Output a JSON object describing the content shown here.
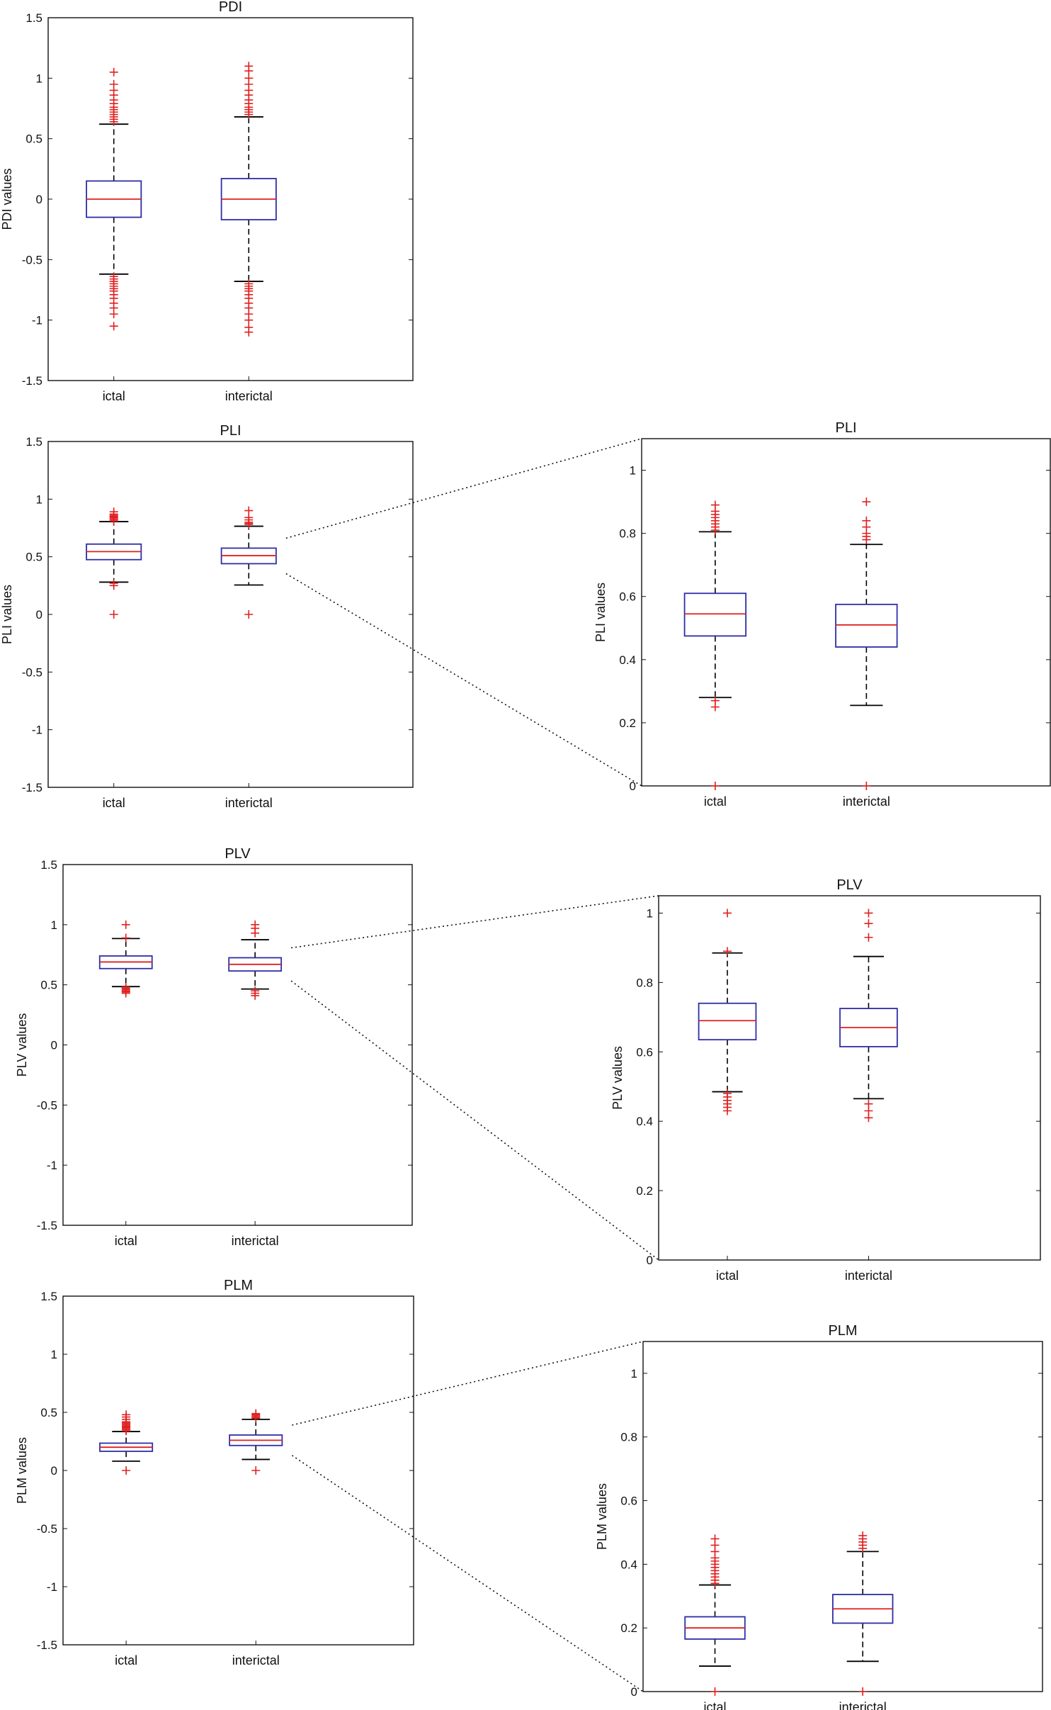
{
  "figure": {
    "styles": {
      "box_color": "#2e2ea8",
      "median_color": "#e02020",
      "outlier_color": "#e02020",
      "whisker_color": "#000000"
    },
    "chart_data": [
      {
        "id": "pdi",
        "type": "box",
        "title": "PDI",
        "ylabel": "PDI values",
        "xlabel": "",
        "categories": [
          "ictal",
          "interictal"
        ],
        "ylim": [
          -1.5,
          1.5
        ],
        "yticks": [
          -1.5,
          -1,
          -0.5,
          0,
          0.5,
          1,
          1.5
        ],
        "ytick_labels": [
          "-1.5",
          "-1",
          "-0.5",
          "0",
          "0.5",
          "1",
          "1.5"
        ],
        "boxes": [
          {
            "category": "ictal",
            "whisker_low": -0.62,
            "q1": -0.15,
            "median": 0.0,
            "q3": 0.15,
            "whisker_high": 0.62,
            "outliers": [
              -1.05,
              -0.95,
              -0.9,
              -0.86,
              -0.82,
              -0.79,
              -0.76,
              -0.74,
              -0.72,
              -0.7,
              -0.68,
              -0.66,
              -0.64,
              0.64,
              0.66,
              0.68,
              0.7,
              0.72,
              0.74,
              0.76,
              0.79,
              0.82,
              0.86,
              0.9,
              0.95,
              1.05
            ]
          },
          {
            "category": "interictal",
            "whisker_low": -0.68,
            "q1": -0.17,
            "median": 0.0,
            "q3": 0.17,
            "whisker_high": 0.68,
            "outliers": [
              -1.1,
              -1.06,
              -1.0,
              -0.95,
              -0.9,
              -0.86,
              -0.82,
              -0.79,
              -0.76,
              -0.74,
              -0.72,
              -0.7,
              0.7,
              0.72,
              0.74,
              0.76,
              0.79,
              0.82,
              0.86,
              0.9,
              0.95,
              1.0,
              1.06,
              1.1
            ]
          }
        ]
      },
      {
        "id": "pli",
        "type": "box",
        "title": "PLI",
        "ylabel": "PLI values",
        "xlabel": "",
        "categories": [
          "ictal",
          "interictal"
        ],
        "ylim": [
          -1.5,
          1.5
        ],
        "yticks": [
          -1.5,
          -1,
          -0.5,
          0,
          0.5,
          1,
          1.5
        ],
        "ytick_labels": [
          "-1.5",
          "-1",
          "-0.5",
          "0",
          "0.5",
          "1",
          "1.5"
        ],
        "boxes": [
          {
            "category": "ictal",
            "whisker_low": 0.28,
            "q1": 0.475,
            "median": 0.545,
            "q3": 0.61,
            "whisker_high": 0.805,
            "outliers": [
              0.0,
              0.25,
              0.27,
              0.81,
              0.82,
              0.83,
              0.84,
              0.85,
              0.86,
              0.87,
              0.89
            ]
          },
          {
            "category": "interictal",
            "whisker_low": 0.255,
            "q1": 0.44,
            "median": 0.51,
            "q3": 0.575,
            "whisker_high": 0.765,
            "outliers": [
              0.0,
              0.78,
              0.79,
              0.8,
              0.82,
              0.84,
              0.9
            ]
          }
        ]
      },
      {
        "id": "pli-zoom",
        "type": "box",
        "title": "PLI",
        "ylabel": "PLI values",
        "xlabel": "",
        "categories": [
          "ictal",
          "interictal"
        ],
        "ylim": [
          0,
          1.1
        ],
        "yticks": [
          0,
          0.2,
          0.4,
          0.6,
          0.8,
          1
        ],
        "ytick_labels": [
          "0",
          "0.2",
          "0.4",
          "0.6",
          "0.8",
          "1"
        ],
        "boxes": [
          {
            "category": "ictal",
            "whisker_low": 0.28,
            "q1": 0.475,
            "median": 0.545,
            "q3": 0.61,
            "whisker_high": 0.805,
            "outliers": [
              0.0,
              0.25,
              0.27,
              0.81,
              0.82,
              0.83,
              0.84,
              0.85,
              0.86,
              0.87,
              0.89
            ]
          },
          {
            "category": "interictal",
            "whisker_low": 0.255,
            "q1": 0.44,
            "median": 0.51,
            "q3": 0.575,
            "whisker_high": 0.765,
            "outliers": [
              0.0,
              0.78,
              0.79,
              0.8,
              0.82,
              0.84,
              0.9
            ]
          }
        ]
      },
      {
        "id": "plv",
        "type": "box",
        "title": "PLV",
        "ylabel": "PLV values",
        "xlabel": "",
        "categories": [
          "ictal",
          "interictal"
        ],
        "ylim": [
          -1.5,
          1.5
        ],
        "yticks": [
          -1.5,
          -1,
          -0.5,
          0,
          0.5,
          1,
          1.5
        ],
        "ytick_labels": [
          "-1.5",
          "-1",
          "-0.5",
          "0",
          "0.5",
          "1",
          "1.5"
        ],
        "boxes": [
          {
            "category": "ictal",
            "whisker_low": 0.485,
            "q1": 0.635,
            "median": 0.69,
            "q3": 0.74,
            "whisker_high": 0.885,
            "outliers": [
              0.43,
              0.44,
              0.45,
              0.46,
              0.47,
              0.48,
              0.89,
              1.0
            ]
          },
          {
            "category": "interictal",
            "whisker_low": 0.465,
            "q1": 0.615,
            "median": 0.67,
            "q3": 0.725,
            "whisker_high": 0.875,
            "outliers": [
              0.41,
              0.43,
              0.45,
              0.93,
              0.97,
              1.0
            ]
          }
        ]
      },
      {
        "id": "plv-zoom",
        "type": "box",
        "title": "PLV",
        "ylabel": "PLV values",
        "xlabel": "",
        "categories": [
          "ictal",
          "interictal"
        ],
        "ylim": [
          0,
          1.05
        ],
        "yticks": [
          0,
          0.2,
          0.4,
          0.6,
          0.8,
          1
        ],
        "ytick_labels": [
          "0",
          "0.2",
          "0.4",
          "0.6",
          "0.8",
          "1"
        ],
        "boxes": [
          {
            "category": "ictal",
            "whisker_low": 0.485,
            "q1": 0.635,
            "median": 0.69,
            "q3": 0.74,
            "whisker_high": 0.885,
            "outliers": [
              0.43,
              0.44,
              0.45,
              0.46,
              0.47,
              0.48,
              0.89,
              1.0
            ]
          },
          {
            "category": "interictal",
            "whisker_low": 0.465,
            "q1": 0.615,
            "median": 0.67,
            "q3": 0.725,
            "whisker_high": 0.875,
            "outliers": [
              0.41,
              0.43,
              0.45,
              0.93,
              0.97,
              1.0
            ]
          }
        ]
      },
      {
        "id": "plm",
        "type": "box",
        "title": "PLM",
        "ylabel": "PLM values",
        "xlabel": "",
        "categories": [
          "ictal",
          "interictal"
        ],
        "ylim": [
          -1.5,
          1.5
        ],
        "yticks": [
          -1.5,
          -1,
          -0.5,
          0,
          0.5,
          1,
          1.5
        ],
        "ytick_labels": [
          "-1.5",
          "-1",
          "-0.5",
          "0",
          "0.5",
          "1",
          "1.5"
        ],
        "boxes": [
          {
            "category": "ictal",
            "whisker_low": 0.08,
            "q1": 0.165,
            "median": 0.2,
            "q3": 0.235,
            "whisker_high": 0.335,
            "outliers": [
              0.0,
              0.34,
              0.35,
              0.36,
              0.37,
              0.38,
              0.39,
              0.4,
              0.41,
              0.42,
              0.44,
              0.46,
              0.48
            ]
          },
          {
            "category": "interictal",
            "whisker_low": 0.095,
            "q1": 0.215,
            "median": 0.26,
            "q3": 0.305,
            "whisker_high": 0.44,
            "outliers": [
              0.0,
              0.45,
              0.46,
              0.47,
              0.48,
              0.49
            ]
          }
        ]
      },
      {
        "id": "plm-zoom",
        "type": "box",
        "title": "PLM",
        "ylabel": "PLM values",
        "xlabel": "",
        "categories": [
          "ictal",
          "interictal"
        ],
        "ylim": [
          0,
          1.1
        ],
        "yticks": [
          0,
          0.2,
          0.4,
          0.6,
          0.8,
          1
        ],
        "ytick_labels": [
          "0",
          "0.2",
          "0.4",
          "0.6",
          "0.8",
          "1"
        ],
        "boxes": [
          {
            "category": "ictal",
            "whisker_low": 0.08,
            "q1": 0.165,
            "median": 0.2,
            "q3": 0.235,
            "whisker_high": 0.335,
            "outliers": [
              0.0,
              0.34,
              0.35,
              0.36,
              0.37,
              0.38,
              0.39,
              0.4,
              0.41,
              0.42,
              0.44,
              0.46,
              0.48
            ]
          },
          {
            "category": "interictal",
            "whisker_low": 0.095,
            "q1": 0.215,
            "median": 0.26,
            "q3": 0.305,
            "whisker_high": 0.44,
            "outliers": [
              0.0,
              0.45,
              0.46,
              0.47,
              0.48,
              0.49
            ]
          }
        ]
      }
    ]
  }
}
